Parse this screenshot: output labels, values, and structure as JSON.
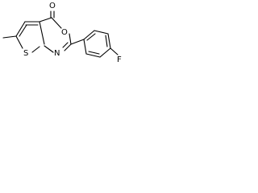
{
  "molecule": {
    "atoms": {
      "carbonyl_oxygen": "O",
      "ring_oxygen": "O",
      "ring_nitrogen": "N",
      "thiophene_sulfur": "S",
      "fluorine": "F"
    }
  }
}
